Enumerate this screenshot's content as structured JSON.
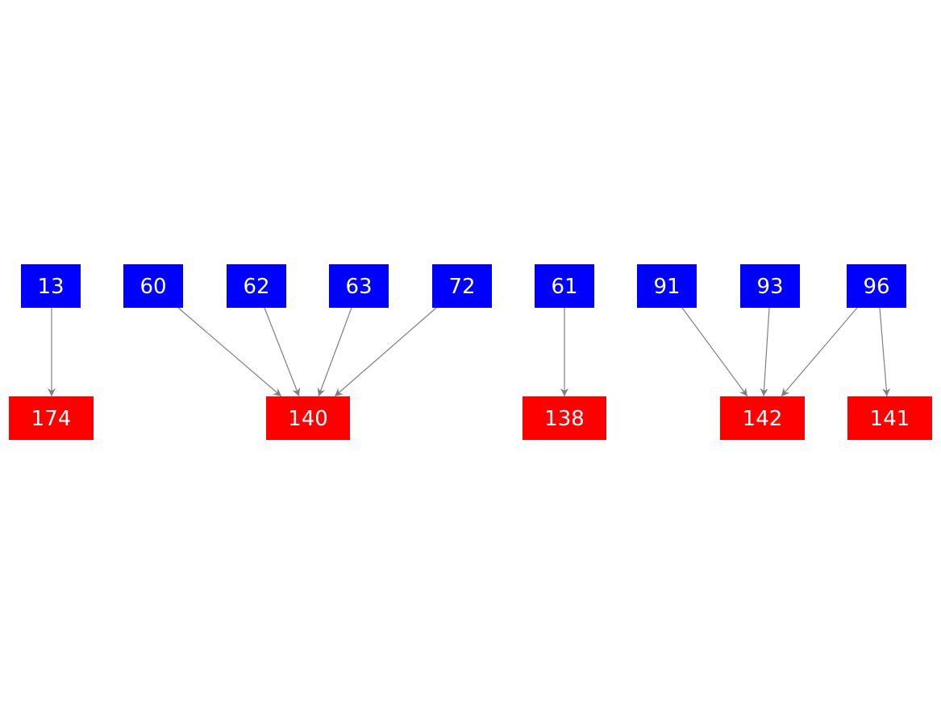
{
  "diagram": {
    "colors": {
      "source_fill": "#0000ff",
      "target_fill": "#ff0000",
      "edge": "#808080",
      "label": "#ffffff"
    },
    "source_nodes": [
      {
        "id": "13",
        "label": "13"
      },
      {
        "id": "60",
        "label": "60"
      },
      {
        "id": "62",
        "label": "62"
      },
      {
        "id": "63",
        "label": "63"
      },
      {
        "id": "72",
        "label": "72"
      },
      {
        "id": "61",
        "label": "61"
      },
      {
        "id": "91",
        "label": "91"
      },
      {
        "id": "93",
        "label": "93"
      },
      {
        "id": "96",
        "label": "96"
      }
    ],
    "target_nodes": [
      {
        "id": "174",
        "label": "174"
      },
      {
        "id": "140",
        "label": "140"
      },
      {
        "id": "138",
        "label": "138"
      },
      {
        "id": "142",
        "label": "142"
      },
      {
        "id": "141",
        "label": "141"
      }
    ],
    "edges": [
      {
        "from": "13",
        "to": "174"
      },
      {
        "from": "60",
        "to": "140"
      },
      {
        "from": "62",
        "to": "140"
      },
      {
        "from": "63",
        "to": "140"
      },
      {
        "from": "72",
        "to": "140"
      },
      {
        "from": "61",
        "to": "138"
      },
      {
        "from": "91",
        "to": "142"
      },
      {
        "from": "93",
        "to": "142"
      },
      {
        "from": "96",
        "to": "142"
      },
      {
        "from": "96",
        "to": "141"
      }
    ]
  }
}
